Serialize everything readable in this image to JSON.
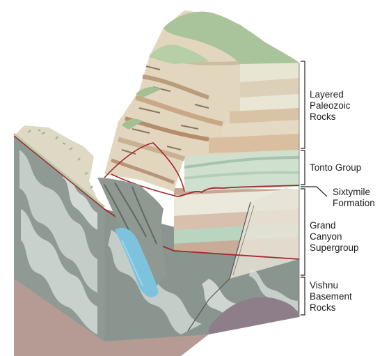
{
  "diagram": {
    "units": [
      {
        "lines": [
          "Layered",
          "Paleozoic",
          "Rocks"
        ]
      },
      {
        "lines": [
          "Tonto Group"
        ]
      },
      {
        "lines": [
          "Sixtymile",
          "Formation"
        ]
      },
      {
        "lines": [
          "Grand",
          "Canyon",
          "Supergroup"
        ]
      },
      {
        "lines": [
          "Vishnu",
          "Basement",
          "Rocks"
        ]
      }
    ]
  },
  "colors": {
    "vegetation": "#a9c49a",
    "paleozoic_cream": "#e9e6d3",
    "paleozoic_tan": "#d9bf9f",
    "tonto_green": "#bfd7c2",
    "supergroup_brown": "#c8a694",
    "basement_gray": "#8a958f",
    "basement_pink": "#b49a93",
    "river": "#7ec3de",
    "unconformity": "#a3282c"
  }
}
